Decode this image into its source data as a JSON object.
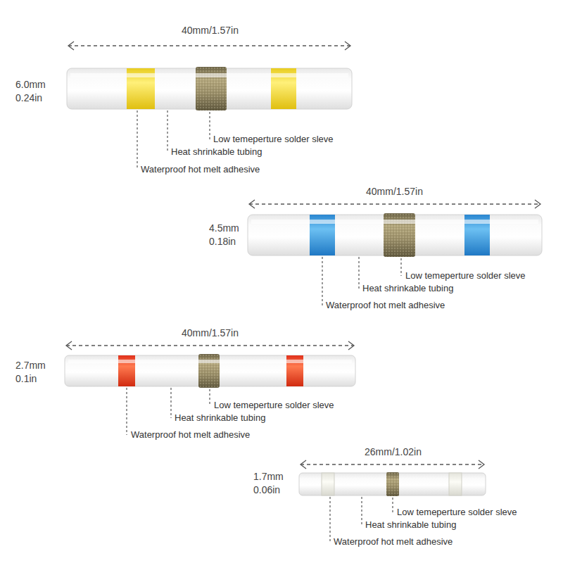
{
  "diagram": {
    "labels": [
      "40mm/1.57in",
      "6.0mm",
      "0.24in",
      "Low temeperture solder sleve",
      "Heat shrinkable tubing",
      "Waterproof hot melt adhesive",
      "40mm/1.57in",
      "4.5mm",
      "0.18in",
      "Low temeperture solder sleve",
      "Heat shrinkable tubing",
      "Waterproof hot melt adhesive",
      "40mm/1.57in",
      "2.7mm",
      "0.1in",
      "Low temeperture solder sleve",
      "Heat shrinkable tubing",
      "Waterproof hot melt adhesive",
      "26mm/1.02in",
      "1.7mm",
      "0.06in",
      "Low temeperture solder sleve",
      "Heat shrinkable tubing",
      "Waterproof hot melt adhesive"
    ]
  }
}
